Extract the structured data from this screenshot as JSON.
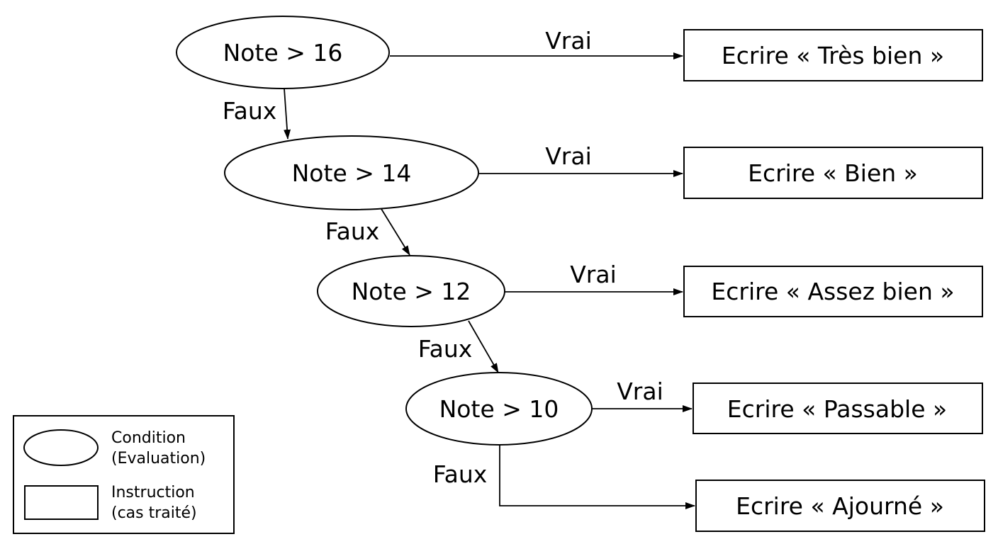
{
  "conditions": [
    {
      "id": "c16",
      "label": "Note > 16"
    },
    {
      "id": "c14",
      "label": "Note > 14"
    },
    {
      "id": "c12",
      "label": "Note > 12"
    },
    {
      "id": "c10",
      "label": "Note > 10"
    }
  ],
  "instructions": [
    {
      "id": "i_tres_bien",
      "label": "Ecrire « Très bien »"
    },
    {
      "id": "i_bien",
      "label": "Ecrire « Bien »"
    },
    {
      "id": "i_assez_bien",
      "label": "Ecrire « Assez bien »"
    },
    {
      "id": "i_passable",
      "label": "Ecrire « Passable »"
    },
    {
      "id": "i_ajourne",
      "label": "Ecrire « Ajourné »"
    }
  ],
  "edge_labels": {
    "true_label": "Vrai",
    "false_label": "Faux"
  },
  "edges": [
    {
      "from": "c16",
      "to": "i_tres_bien",
      "label": "Vrai"
    },
    {
      "from": "c16",
      "to": "c14",
      "label": "Faux"
    },
    {
      "from": "c14",
      "to": "i_bien",
      "label": "Vrai"
    },
    {
      "from": "c14",
      "to": "c12",
      "label": "Faux"
    },
    {
      "from": "c12",
      "to": "i_assez_bien",
      "label": "Vrai"
    },
    {
      "from": "c12",
      "to": "c10",
      "label": "Faux"
    },
    {
      "from": "c10",
      "to": "i_passable",
      "label": "Vrai"
    },
    {
      "from": "c10",
      "to": "i_ajourne",
      "label": "Faux"
    }
  ],
  "legend": {
    "ellipse_line1": "Condition",
    "ellipse_line2": "(Evaluation)",
    "rect_line1": "Instruction",
    "rect_line2": "(cas traité)"
  },
  "colors": {
    "stroke": "#000000",
    "background": "#ffffff"
  }
}
